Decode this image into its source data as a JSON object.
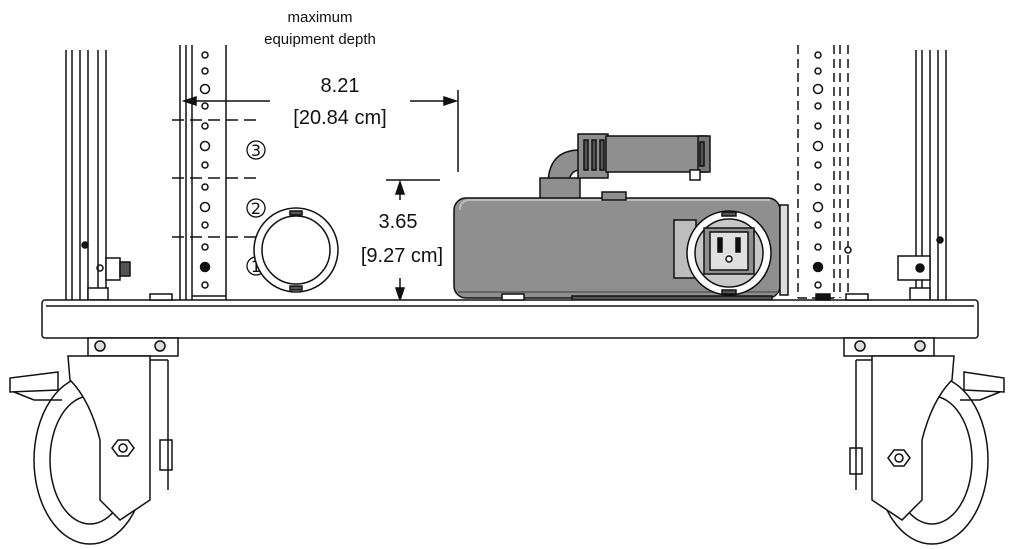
{
  "annotations": {
    "max_depth_line1": "maximum",
    "max_depth_line2": "equipment depth",
    "depth_in": "8.21",
    "depth_cm": "[20.84 cm]",
    "height_in": "3.65",
    "height_cm": "[9.27 cm]",
    "position_1": "1",
    "position_2": "2",
    "position_3": "3"
  },
  "colors": {
    "line": "#111111",
    "body_gray": "#8f8f8f",
    "light_gray": "#c8c8c8",
    "dark_gray": "#555555"
  }
}
